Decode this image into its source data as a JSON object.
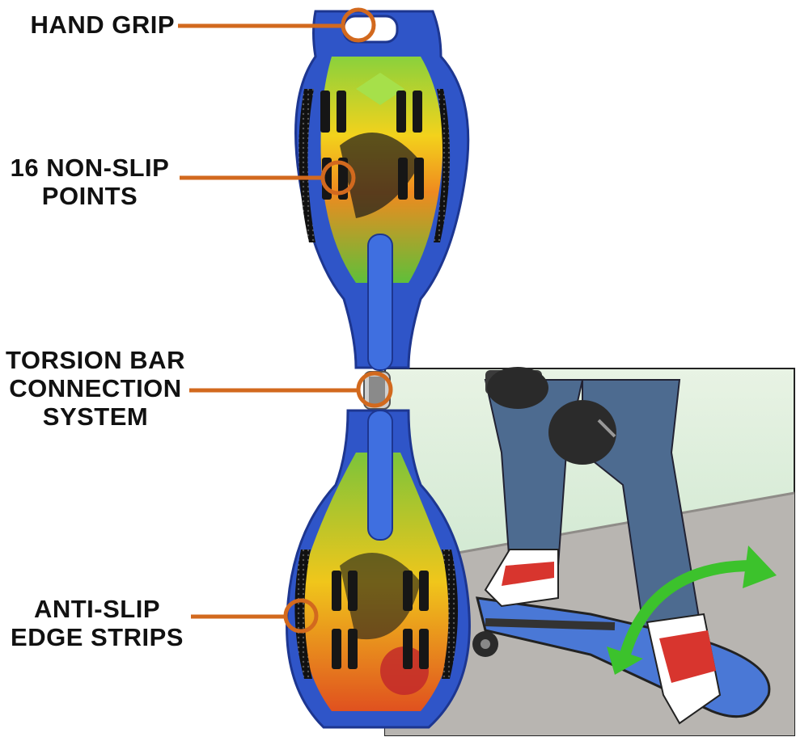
{
  "colors": {
    "callout": "#d2691e",
    "board_blue": "#2f55c8",
    "board_blue_dark": "#1d3690",
    "deck_green": "#7cc43a",
    "deck_yellow": "#f2d11c",
    "deck_orange": "#ef7f1a",
    "grip_black": "#1a1a1a",
    "pants": "#4b6a8f",
    "sky": "#cfe6cf",
    "ground": "#b9b6b2",
    "shoe_red": "#d8352e",
    "arrow_green": "#3cc22c"
  },
  "callouts": {
    "hand_grip": {
      "label": "HAND GRIP"
    },
    "non_slip": {
      "line1": "16 NON-SLIP",
      "line2": "POINTS"
    },
    "torsion": {
      "line1": "TORSION BAR",
      "line2": "CONNECTION",
      "line3": "SYSTEM"
    },
    "anti_slip": {
      "line1": "ANTI-SLIP",
      "line2": "EDGE STRIPS"
    }
  }
}
